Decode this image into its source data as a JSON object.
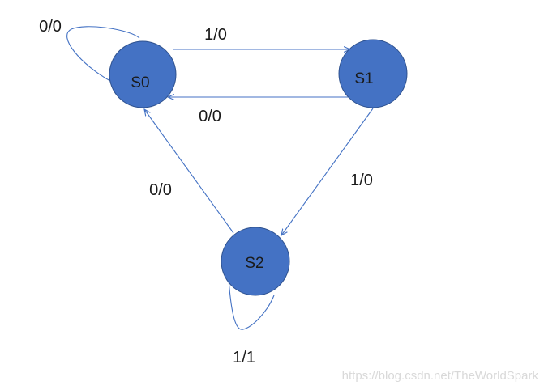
{
  "states": [
    {
      "id": "s0",
      "label": "S0"
    },
    {
      "id": "s1",
      "label": "S1"
    },
    {
      "id": "s2",
      "label": "S2"
    }
  ],
  "transitions": [
    {
      "from": "S0",
      "to": "S0",
      "label": "0/0"
    },
    {
      "from": "S0",
      "to": "S1",
      "label": "1/0"
    },
    {
      "from": "S1",
      "to": "S0",
      "label": "0/0"
    },
    {
      "from": "S1",
      "to": "S2",
      "label": "1/0"
    },
    {
      "from": "S2",
      "to": "S0",
      "label": "0/0"
    },
    {
      "from": "S2",
      "to": "S2",
      "label": "1/1"
    }
  ],
  "colors": {
    "state_fill": "#4472C4",
    "state_stroke": "#2F528F",
    "edge": "#4472C4"
  },
  "watermark": "https://blog.csdn.net/TheWorldSpark"
}
